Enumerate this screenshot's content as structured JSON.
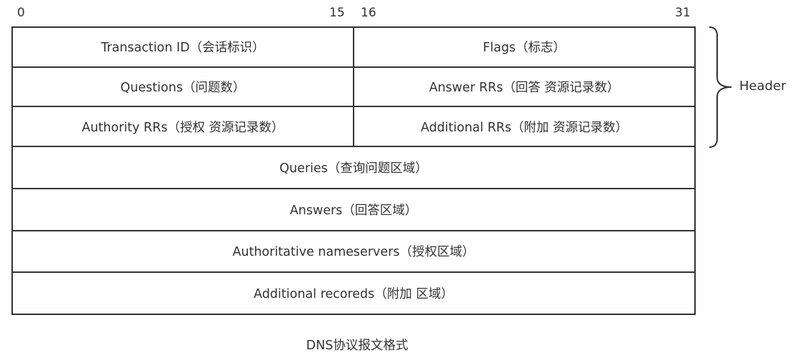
{
  "bit_labels": {
    "b0": "0",
    "b15": "15",
    "b16": "16",
    "b31": "31"
  },
  "header_rows": [
    {
      "left": "Transaction ID（会话标识）",
      "right": "Flags（标志）"
    },
    {
      "left": "Questions（问题数）",
      "right": "Answer RRs（回答 资源记录数）"
    },
    {
      "left": "Authority RRs（授权 资源记录数）",
      "right": "Additional RRs（附加 资源记录数）"
    }
  ],
  "sections": [
    "Queries（查询问题区域）",
    "Answers（回答区域）",
    "Authoritative nameservers（授权区域）",
    "Additional recoreds（附加 区域）"
  ],
  "header_label": "Header",
  "caption": "DNS协议报文格式"
}
